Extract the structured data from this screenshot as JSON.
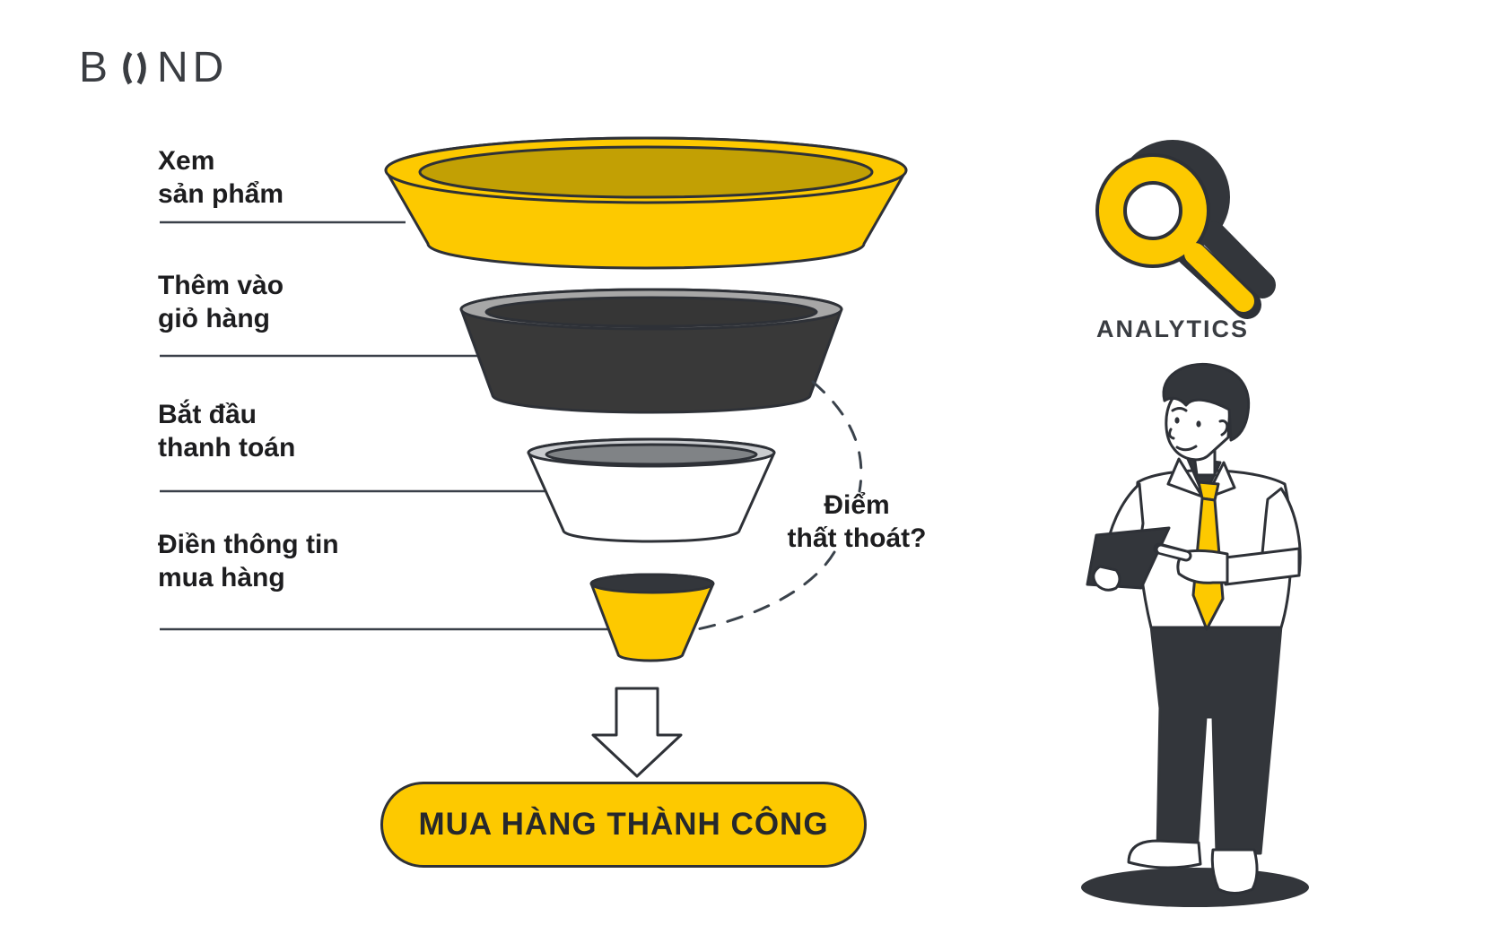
{
  "logo": {
    "full": "BOND",
    "part1": "B",
    "part2": "ND"
  },
  "funnel": {
    "stages": [
      {
        "id": "view-product",
        "line1": "Xem",
        "line2": "sản phẩm",
        "color": "#FDC900"
      },
      {
        "id": "add-to-cart",
        "line1": "Thêm vào",
        "line2": "giỏ hàng",
        "color": "#393939"
      },
      {
        "id": "begin-checkout",
        "line1": "Bắt đầu",
        "line2": "thanh toán",
        "color": "#FFFFFF"
      },
      {
        "id": "fill-purchase-info",
        "line1": "Điền thông tin",
        "line2": "mua hàng",
        "color": "#FDC900"
      }
    ],
    "leak": {
      "line1": "Điểm",
      "line2": "thất thoát?"
    },
    "result": {
      "label": "MUA HÀNG THÀNH CÔNG",
      "color": "#FDC900"
    }
  },
  "analytics": {
    "label": "ANALYTICS"
  },
  "colors": {
    "accent_yellow": "#FDC900",
    "dark": "#33363B",
    "outline": "#2E3137",
    "funnel_inner_gold": "#C2A004",
    "rim_gray": "#A7A7A7",
    "inner_gray": "#808386",
    "text_dark": "#1D1D1F",
    "background": "#FFFFFF"
  }
}
